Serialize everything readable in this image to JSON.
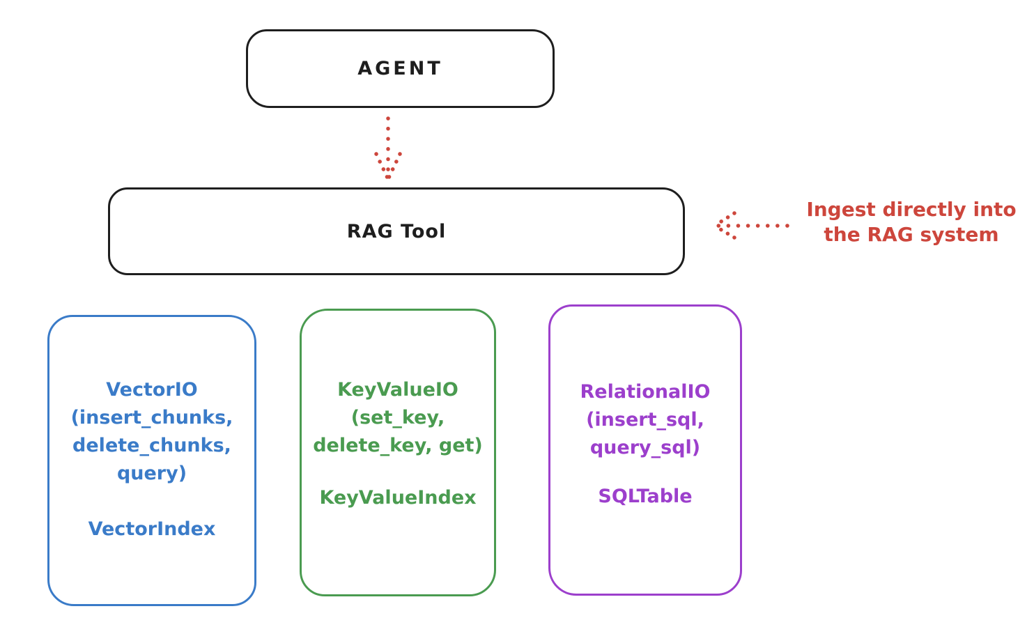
{
  "colors": {
    "ink": "#1e1e1e",
    "red_accent": "#cd463c",
    "vector_blue": "#3a7bc8",
    "keyvalue_green": "#4a9b50",
    "relational_purple": "#9c3fcc",
    "background": "#ffffff"
  },
  "agent": {
    "label": "AGENT"
  },
  "rag_tool": {
    "label": "RAG Tool"
  },
  "annotation": {
    "line1": "Ingest directly into",
    "line2": "the RAG system"
  },
  "io_boxes": [
    {
      "name": "vector-io",
      "title_lines": [
        "VectorIO",
        "(insert_chunks,",
        "delete_chunks,",
        "query)"
      ],
      "index_label": "VectorIndex"
    },
    {
      "name": "keyvalue-io",
      "title_lines": [
        "KeyValueIO",
        "(set_key,",
        "delete_key, get)"
      ],
      "index_label": "KeyValueIndex"
    },
    {
      "name": "relational-io",
      "title_lines": [
        "RelationalIO",
        "(insert_sql,",
        "query_sql)"
      ],
      "index_label": "SQLTable"
    }
  ]
}
